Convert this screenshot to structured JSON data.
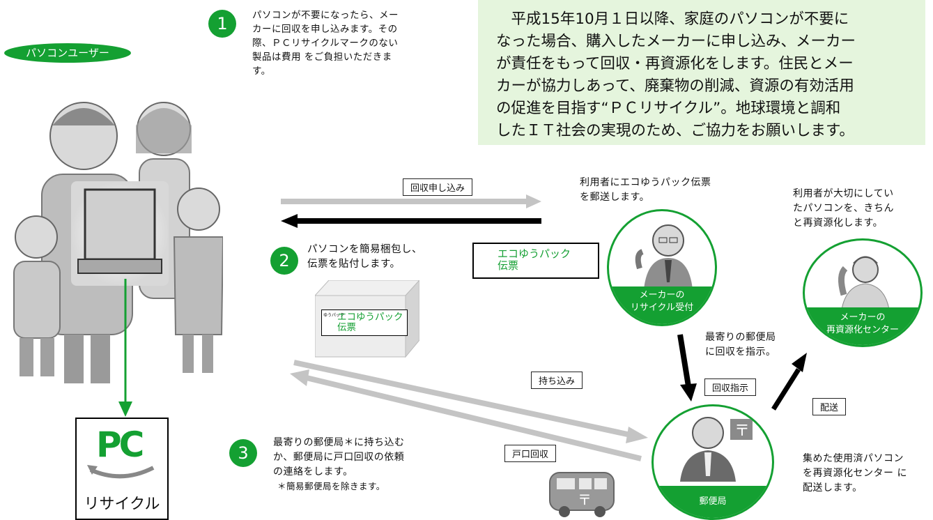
{
  "header": {
    "intro_text": "　平成15年10月１日以降、家庭のパソコンが不要に\nなった場合、購入したメーカーに申し込み、メーカー\nが責任をもって回収・再資源化をします。住民とメー\nカーが協力しあって、廃棄物の削減、資源の有効活用\nの促進を目指す“ＰＣリサイクル”。地球環境と調和\nしたＩＴ社会の実現のため、ご協力をお願いします。"
  },
  "user": {
    "label": "パソコンユーザー"
  },
  "steps": [
    {
      "number": "1",
      "text": "パソコンが不要になったら、メー\nカーに回収を申し込みます。その\n際、ＰＣリサイクルマークのない\n製品は費用 をご負担いただきま\nす。"
    },
    {
      "number": "2",
      "text": "パソコンを簡易梱包し、\n伝票を貼付します。"
    },
    {
      "number": "3",
      "text": "最寄りの郵便局＊に持ち込む\nか、郵便局に戸口回収の依頼\nの連絡をします。",
      "note": "＊簡易郵便局を除きます。"
    }
  ],
  "labels": {
    "collection_request": "回収申し込み",
    "bring_in": "持ち込み",
    "door_collection": "戸口回収",
    "collection_instruction": "回収指示",
    "delivery": "配送"
  },
  "slips": {
    "slip_text": "エコゆうパック\n伝票",
    "box_slip_text": "エコゆうパック\n伝票",
    "box_mark": "ゆうパック"
  },
  "descriptions": {
    "send_slip": "利用者にエコゆうパック伝票\nを郵送します。",
    "recycle": "利用者が大切にしてい\nたパソコンを、きちん\nと再資源化します。",
    "instruct_post": "最寄りの郵便局\nに回収を指示。",
    "deliver": "集めた使用済パソコン\nを再資源化センター に\n配送します。"
  },
  "badges": {
    "maker_reception": "メーカーの\nリサイクル受付",
    "recycle_center": "メーカーの\n再資源化センター",
    "post_office": "郵便局"
  },
  "pc_mark": {
    "logo": "PC",
    "caption": "リサイクル"
  },
  "colors": {
    "green": "#14a032",
    "light_green_bg": "#e5f5dd",
    "arrow_gray": "#c4c4c4",
    "arrow_black": "#000000"
  }
}
